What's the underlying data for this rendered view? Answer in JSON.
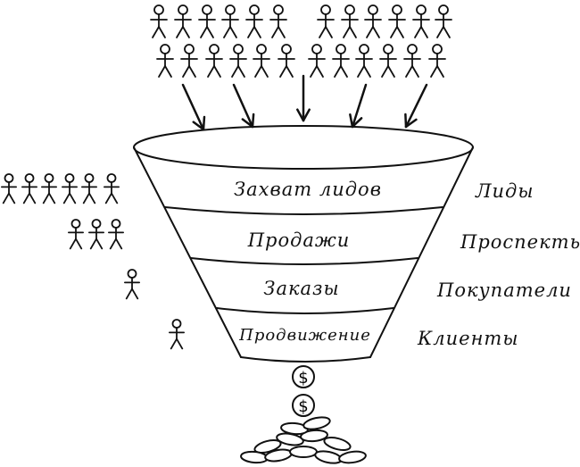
{
  "funnel": {
    "stages": [
      "Захват лидов",
      "Продажи",
      "Заказы",
      "Продвижение"
    ]
  },
  "outcomes": [
    "Лиды",
    "Проспекты",
    "Покупатели",
    "Клиенты"
  ],
  "coin_symbol": "$"
}
